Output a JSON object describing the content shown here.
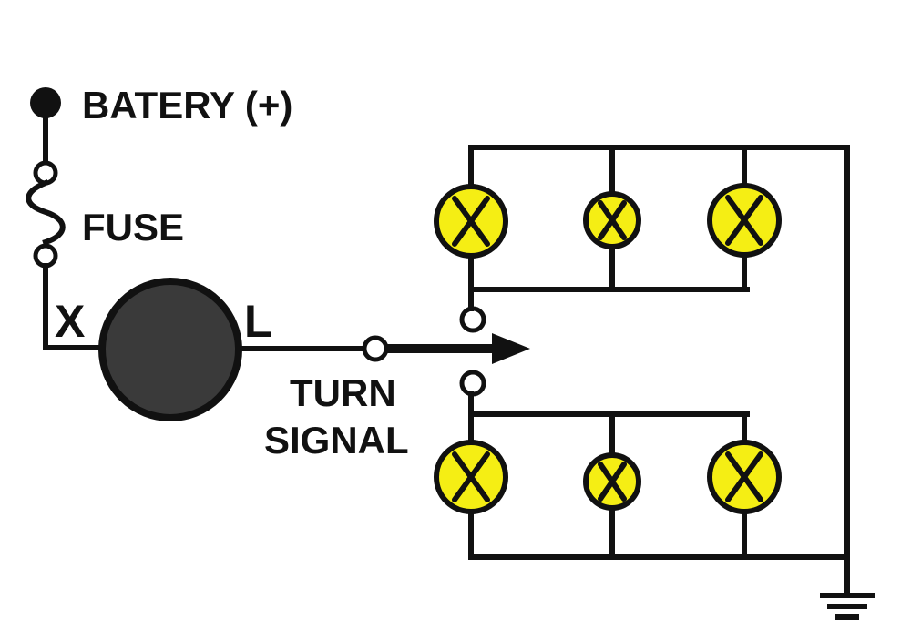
{
  "labels": {
    "battery": "BATERY (+)",
    "fuse": "FUSE",
    "flasher_x": "X",
    "flasher_l": "L",
    "turn_signal_line1": "TURN",
    "turn_signal_line2": "SIGNAL"
  },
  "colors": {
    "wire": "#111111",
    "lamp": "#f5ee14",
    "flasher": "#3a3a3a",
    "background": "#ffffff"
  },
  "icons": {
    "battery": "battery-terminal-icon",
    "fuse": "fuse-icon",
    "flasher": "flasher-unit-icon",
    "switch": "turn-signal-switch-icon",
    "lamp": "lamp-icon",
    "ground": "ground-icon"
  },
  "lamp_groups": [
    {
      "name": "upper-lamps",
      "count": 3
    },
    {
      "name": "lower-lamps",
      "count": 3
    }
  ]
}
